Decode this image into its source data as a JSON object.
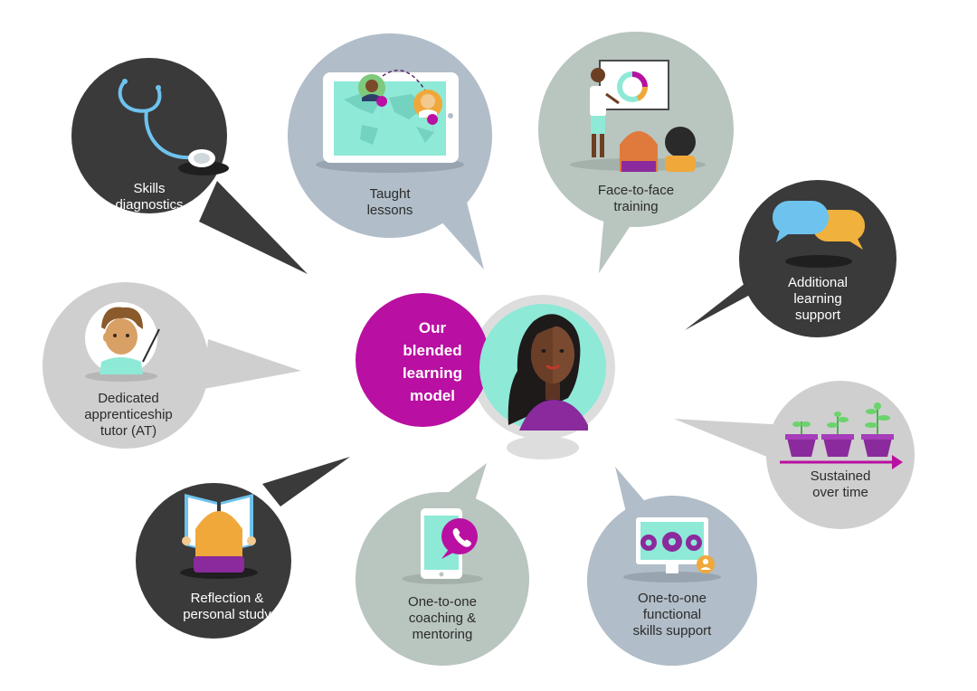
{
  "center": {
    "lines": [
      "Our",
      "blended",
      "learning",
      "model"
    ]
  },
  "bubbles": [
    {
      "id": "skills-diagnostics",
      "lines": [
        "Skills",
        "diagnostics"
      ]
    },
    {
      "id": "taught-lessons",
      "lines": [
        "Taught",
        "lessons"
      ]
    },
    {
      "id": "face-to-face-training",
      "lines": [
        "Face-to-face",
        "training"
      ]
    },
    {
      "id": "additional-learning-support",
      "lines": [
        "Additional",
        "learning",
        "support"
      ]
    },
    {
      "id": "sustained-over-time",
      "lines": [
        "Sustained",
        "over time"
      ]
    },
    {
      "id": "functional-skills-support",
      "lines": [
        "One-to-one",
        "functional",
        "skills support"
      ]
    },
    {
      "id": "coaching-mentoring",
      "lines": [
        "One-to-one",
        "coaching &",
        "mentoring"
      ]
    },
    {
      "id": "reflection-personal-study",
      "lines": [
        "Reflection &",
        "personal study"
      ]
    },
    {
      "id": "dedicated-tutor",
      "lines": [
        "Dedicated",
        "apprenticeship",
        "tutor (AT)"
      ]
    }
  ],
  "colors": {
    "dark": "#3a3a3a",
    "blue_grey": "#b1bdc8",
    "sage": "#b9c5bf",
    "light_grey": "#cfcfcf",
    "magenta": "#b90fa2",
    "teal": "#8ee9d7",
    "purple": "#8a2a9c"
  }
}
